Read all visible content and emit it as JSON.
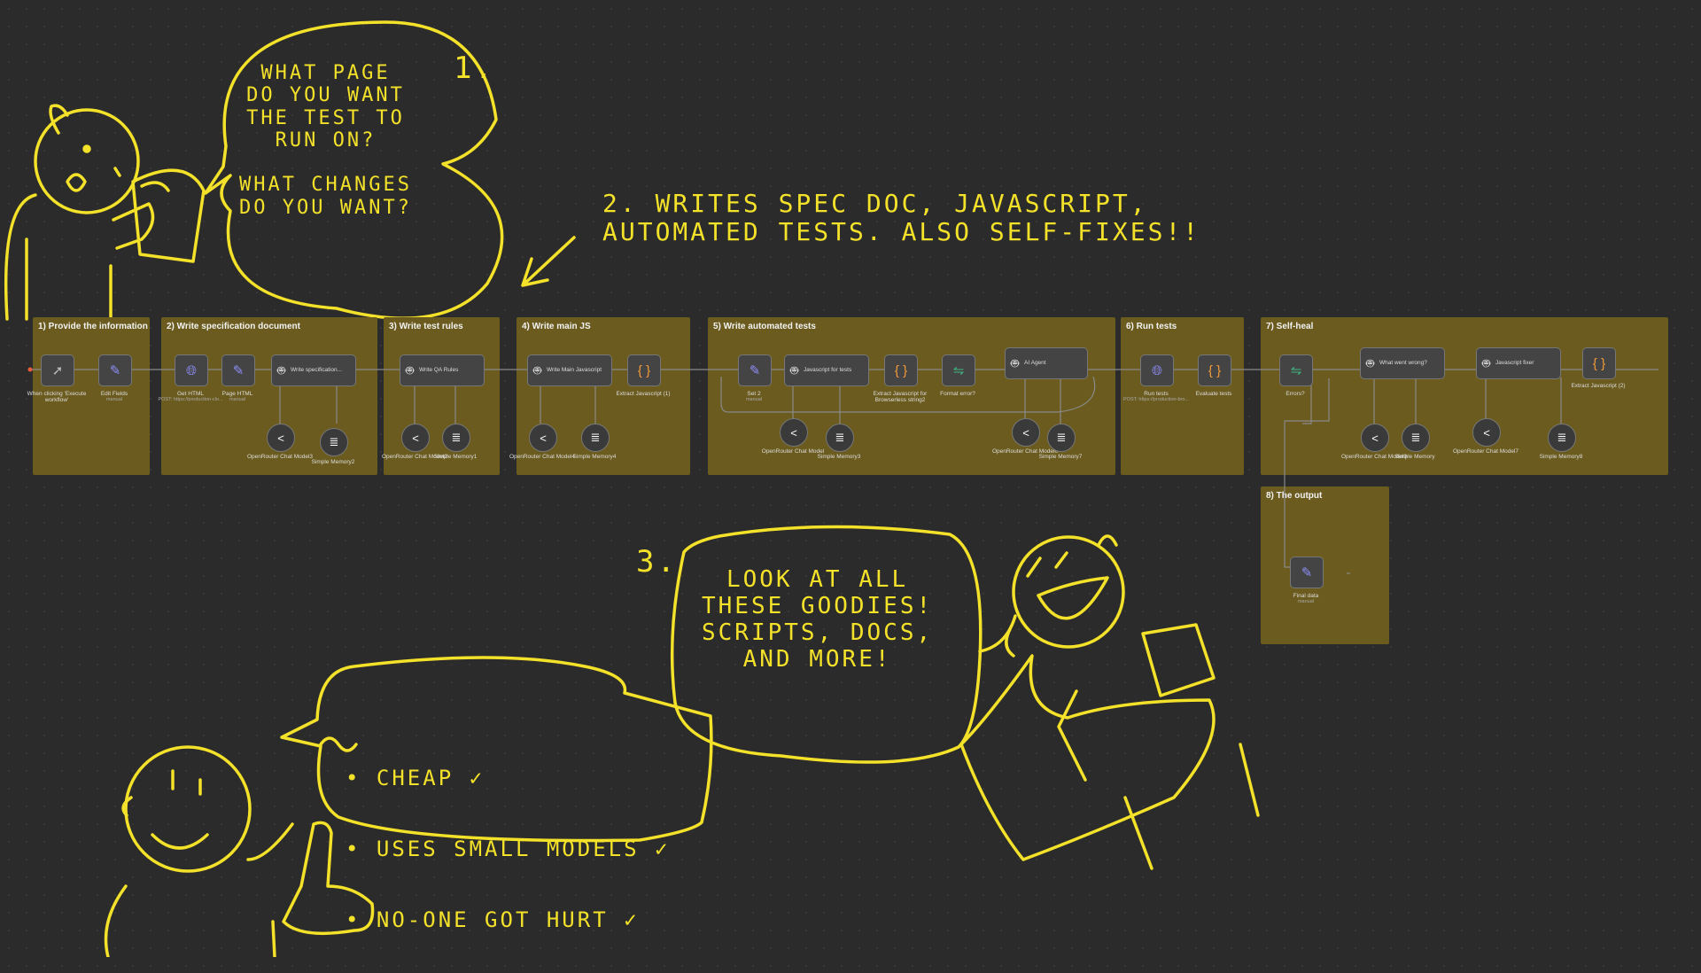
{
  "annotations": {
    "bubble1": "What page\ndo you want\nthe test to\nrun on?\n\nWhat changes\ndo you want?",
    "step1": "1.",
    "step2": "2. Writes spec doc, javascript,\n   automated tests. Also self-fixes!!",
    "step3": "3.",
    "bubble3": "Look at all\nthese goodies!\nscripts, docs,\nand more!",
    "checklist": [
      "• Cheap ✓",
      "• Uses small models ✓",
      "• No-one got hurt ✓"
    ]
  },
  "colors": {
    "canvas": "#2b2b2b",
    "group": "#6b5b1e",
    "sketch": "#f3e12a",
    "node": "#444444"
  },
  "groups": [
    {
      "title": "1) Provide the information"
    },
    {
      "title": "2) Write specification document"
    },
    {
      "title": "3) Write test rules"
    },
    {
      "title": "4) Write main JS"
    },
    {
      "title": "5) Write automated tests"
    },
    {
      "title": "6) Run tests"
    },
    {
      "title": "7) Self-heal"
    },
    {
      "title": "8) The output"
    }
  ],
  "nodes": {
    "trigger": {
      "label": "When clicking 'Execute workflow'",
      "icon": "cursor-icon"
    },
    "edit_fields": {
      "label": "Edit Fields",
      "sub": "manual",
      "icon": "pencil-icon"
    },
    "get_html": {
      "label": "Get HTML",
      "sub": "POST: https://production-clo...",
      "icon": "globe-icon"
    },
    "page_html": {
      "label": "Page HTML",
      "sub": "manual",
      "icon": "pencil-icon"
    },
    "write_spec": {
      "label": "Write specification...",
      "icon": "robot-icon"
    },
    "model3": {
      "label": "OpenRouter Chat Model3"
    },
    "memory2": {
      "label": "Simple Memory2"
    },
    "write_qa": {
      "label": "Write QA Rules",
      "icon": "robot-icon"
    },
    "model2": {
      "label": "OpenRouter Chat Model2"
    },
    "memory1": {
      "label": "Simple Memory1"
    },
    "write_main_js": {
      "label": "Write Main Javascript",
      "icon": "robot-icon"
    },
    "extract_js1": {
      "label": "Extract Javascript (1)",
      "icon": "braces-icon"
    },
    "model4": {
      "label": "OpenRouter Chat Model4"
    },
    "memory4": {
      "label": "Simple Memory4"
    },
    "set2": {
      "label": "Set 2",
      "sub": "manual",
      "icon": "pencil-icon"
    },
    "js_for_tests": {
      "label": "Javascript for tests",
      "icon": "robot-icon"
    },
    "extract_js_browserless": {
      "label": "Extract Javascript for Browserless string2",
      "icon": "braces-icon"
    },
    "format_error": {
      "label": "Format error?",
      "icon": "switch-icon"
    },
    "ai_agent": {
      "label": "AI Agent",
      "icon": "robot-icon"
    },
    "model": {
      "label": "OpenRouter Chat Model"
    },
    "memory3": {
      "label": "Simple Memory3"
    },
    "model6": {
      "label": "OpenRouter Chat Model6"
    },
    "memory7": {
      "label": "Simple Memory7"
    },
    "run_tests": {
      "label": "Run tests",
      "sub": "POST: https://production-bro...",
      "icon": "globe-icon"
    },
    "evaluate_tests": {
      "label": "Evaluate tests",
      "icon": "braces-icon"
    },
    "errors": {
      "label": "Errors?",
      "icon": "switch-icon"
    },
    "what_went_wrong": {
      "label": "What went wrong?",
      "icon": "robot-icon"
    },
    "js_fixer": {
      "label": "Javascript fixer",
      "icon": "robot-icon"
    },
    "extract_js2": {
      "label": "Extract Javascript (2)",
      "icon": "braces-icon"
    },
    "model9": {
      "label": "OpenRouter Chat Model9"
    },
    "memory": {
      "label": "Simple Memory"
    },
    "model7": {
      "label": "OpenRouter Chat Model7"
    },
    "memory8": {
      "label": "Simple Memory8"
    },
    "final_data": {
      "label": "Final data",
      "sub": "manual",
      "icon": "pencil-icon"
    }
  },
  "subnode_icons": {
    "model": "openrouter-icon",
    "memory": "database-icon"
  }
}
